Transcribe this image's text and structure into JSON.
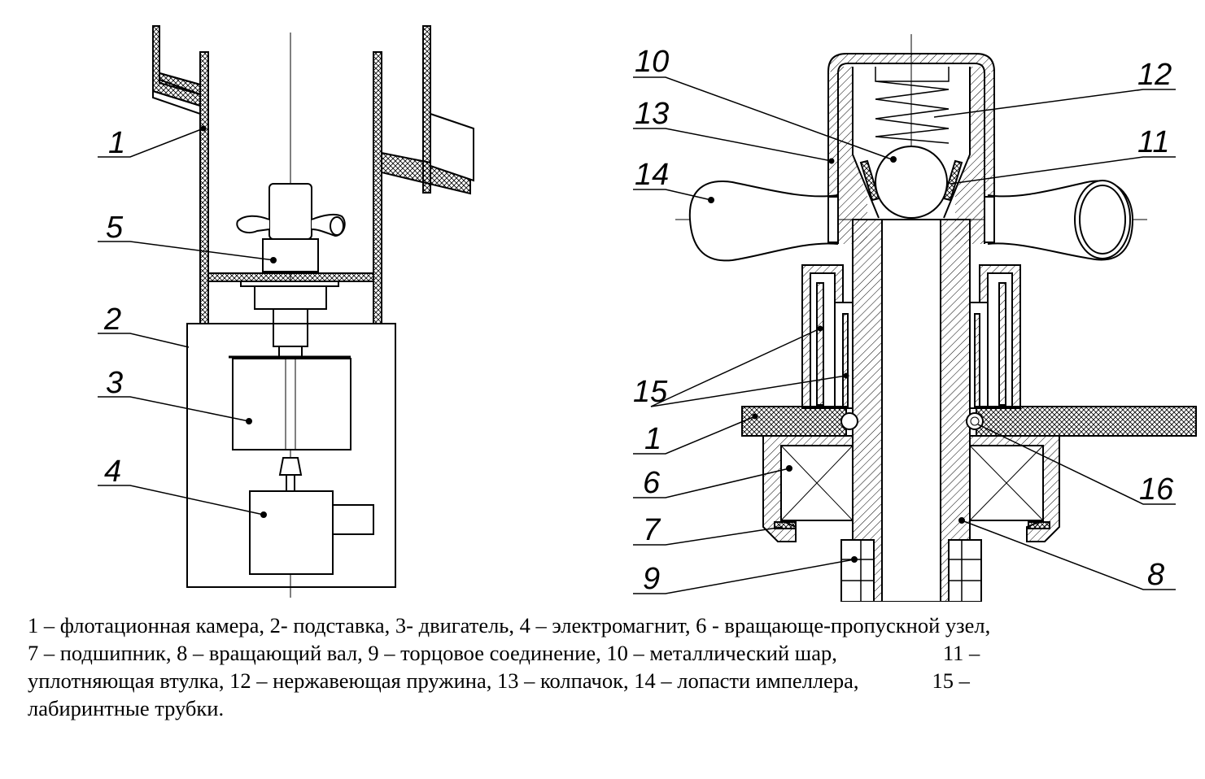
{
  "colors": {
    "line": "#000000",
    "background": "#ffffff"
  },
  "left_labels": [
    "1",
    "5",
    "2",
    "3",
    "4"
  ],
  "right_labels": [
    "10",
    "13",
    "14",
    "12",
    "11",
    "15",
    "1",
    "6",
    "7",
    "9",
    "16",
    "8"
  ],
  "caption": {
    "line1": "1 – флотационная камера, 2-  подставка, 3-  двигатель, 4 – электромагнит, 6 - вращающе-пропускной узел,",
    "line2a": "7 – подшипник, 8 – вращающий вал, 9 – торцовое соединение, 10 – металлический шар,",
    "line2b": "11 –",
    "line3a": "уплотняющая втулка, 12 – нержавеющая пружина, 13 – колпачок, 14 – лопасти импеллера,",
    "line3b": "15 –",
    "line4": "лабиринтные трубки."
  }
}
